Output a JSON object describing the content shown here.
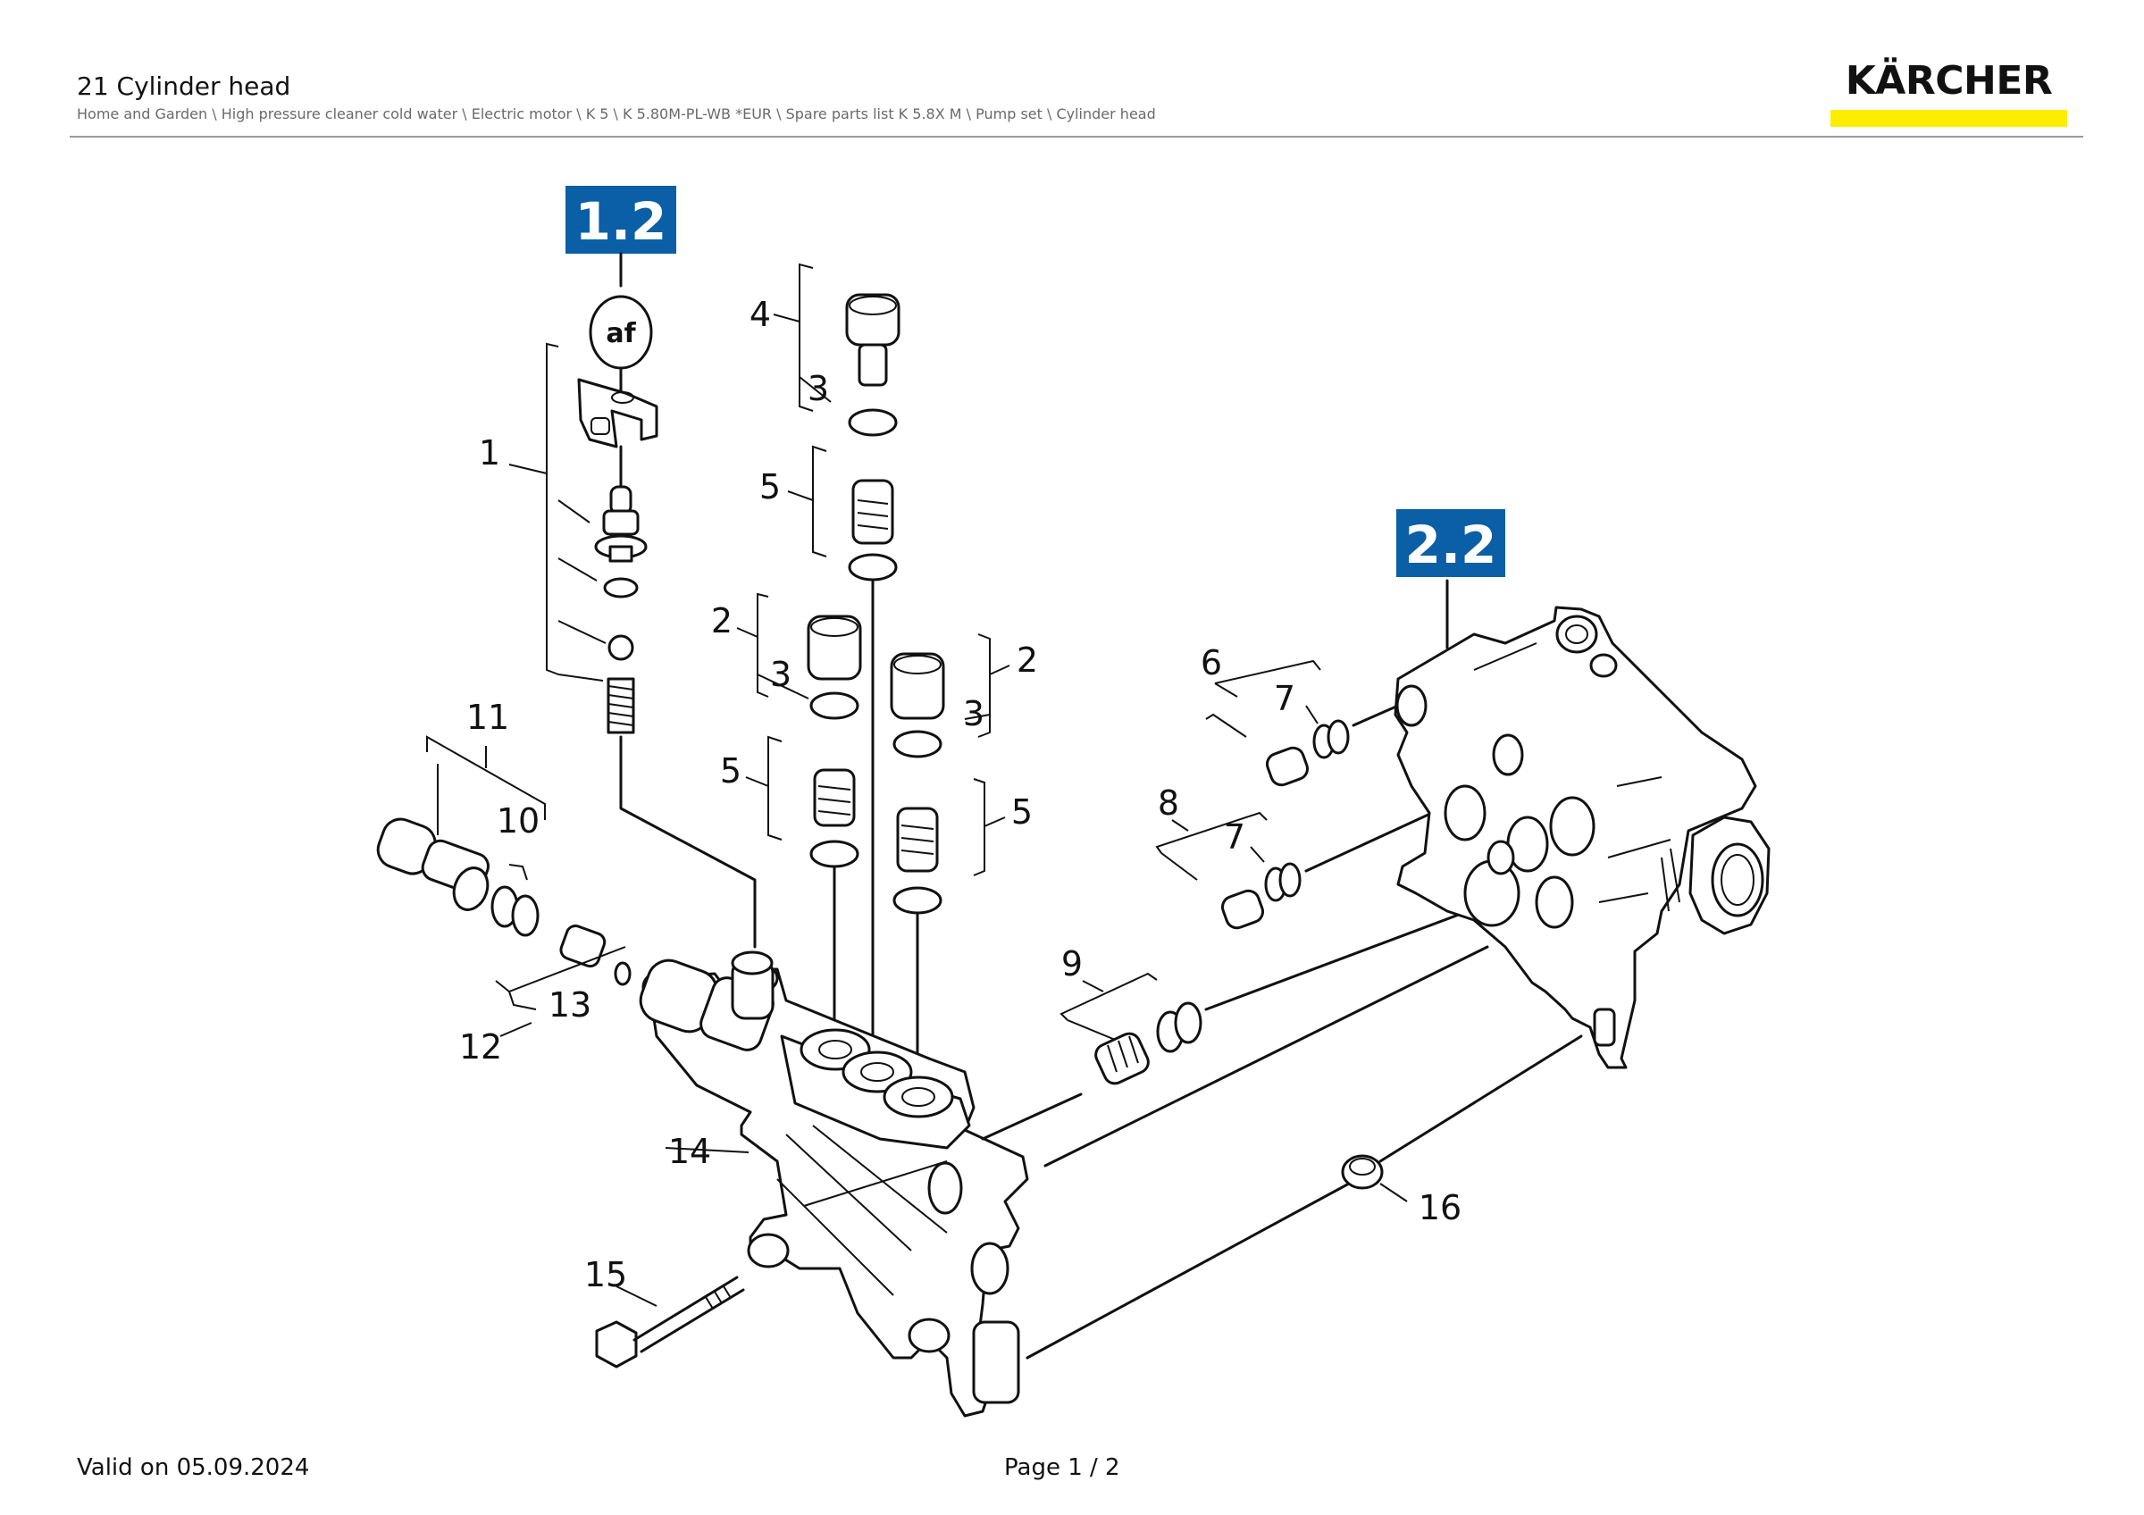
{
  "header": {
    "title": "21 Cylinder head",
    "breadcrumb": "Home and Garden \\ High pressure cleaner cold water \\ Electric motor \\ K 5 \\ K 5.80M-PL-WB *EUR \\ Spare parts list K 5.8X M \\ Pump set \\ Cylinder head",
    "logo": "KÄRCHER",
    "brand_color": "#ffed00"
  },
  "diagram": {
    "badges": [
      {
        "label": "1.2",
        "color": "#0a5fa6"
      },
      {
        "label": "2.2",
        "color": "#0a5fa6"
      }
    ],
    "af_symbol": "af",
    "callouts": [
      "1",
      "2",
      "2",
      "3",
      "3",
      "3",
      "4",
      "5",
      "5",
      "5",
      "6",
      "7",
      "7",
      "8",
      "9",
      "10",
      "11",
      "12",
      "13",
      "14",
      "15",
      "16"
    ]
  },
  "footer": {
    "valid": "Valid on 05.09.2024",
    "page": "Page 1 / 2"
  }
}
